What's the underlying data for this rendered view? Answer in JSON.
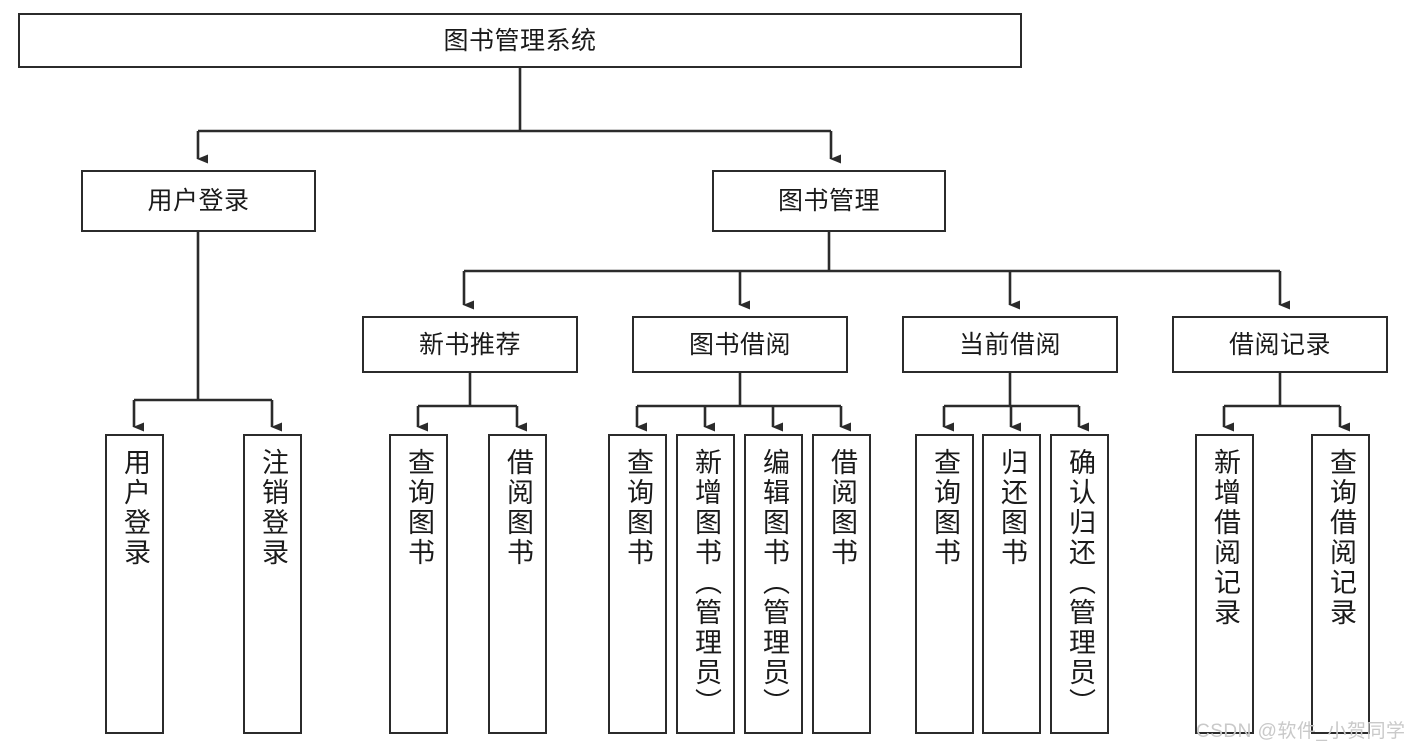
{
  "diagram": {
    "title": "图书管理系统",
    "type": "tree-hierarchy",
    "line_color": "#2b2b2b",
    "box_fill": "#ffffff",
    "text_color": "#1a1a1a",
    "watermark": "CSDN @软件_小贺同学",
    "watermark_color": "#c9c9c9"
  },
  "nodes": {
    "root": {
      "label": "图书管理系统"
    },
    "level2": [
      {
        "label": "用户登录"
      },
      {
        "label": "图书管理"
      }
    ],
    "level3": [
      {
        "label": "新书推荐"
      },
      {
        "label": "图书借阅"
      },
      {
        "label": "当前借阅"
      },
      {
        "label": "借阅记录"
      }
    ],
    "leaves": {
      "user_login": [
        {
          "label": "用户登录"
        },
        {
          "label": "注销登录"
        }
      ],
      "new_book_recommend": [
        {
          "label": "查询图书"
        },
        {
          "label": "借阅图书"
        }
      ],
      "book_borrow": [
        {
          "label": "查询图书"
        },
        {
          "label": "新增图书（管理员）"
        },
        {
          "label": "编辑图书（管理员）"
        },
        {
          "label": "借阅图书"
        }
      ],
      "current_borrow": [
        {
          "label": "查询图书"
        },
        {
          "label": "归还图书"
        },
        {
          "label": "确认归还（管理员）"
        }
      ],
      "borrow_record": [
        {
          "label": "新增借阅记录"
        },
        {
          "label": "查询借阅记录"
        }
      ]
    }
  }
}
